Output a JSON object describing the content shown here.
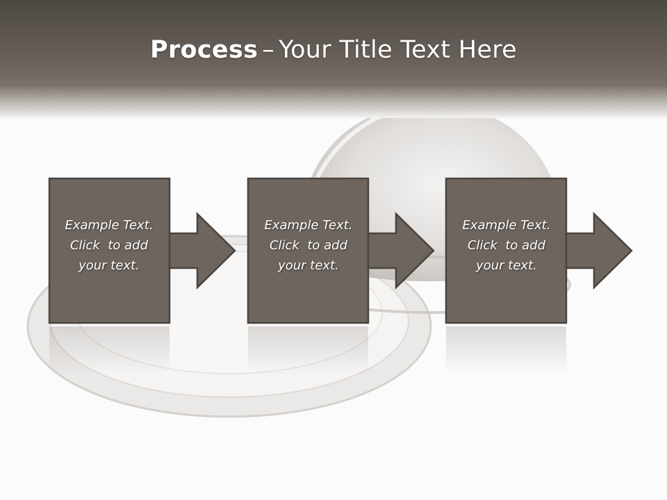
{
  "title": {
    "bold": "Process",
    "separator": "–",
    "rest": "Your Title Text Here"
  },
  "steps": [
    {
      "lines": [
        "Example Text.",
        "Click  to add",
        "your text."
      ]
    },
    {
      "lines": [
        "Example Text.",
        "Click  to add",
        "your text."
      ]
    },
    {
      "lines": [
        "Example Text.",
        "Click  to add",
        "your text."
      ]
    }
  ],
  "colors": {
    "box_fill": "#6d655e",
    "box_stroke": "#4a4440",
    "title_band": "#6b635c",
    "text": "#ffffff"
  },
  "icons": [
    "cloche-dome-image",
    "plate-image",
    "arrow-right-icon"
  ]
}
